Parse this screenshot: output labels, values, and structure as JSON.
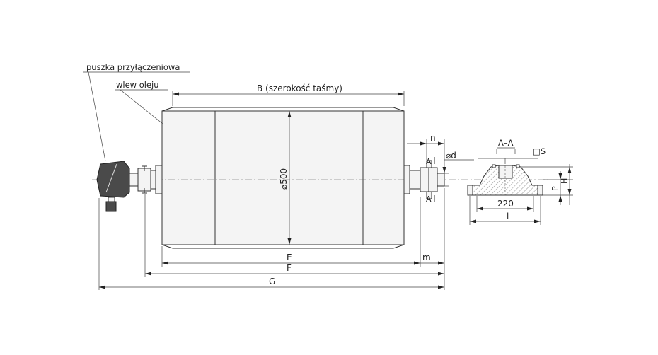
{
  "labels": {
    "junction_box": "puszka przyłączeniowa",
    "oil_inlet": "wlew oleju",
    "belt_width": "B (szerokość taśmy)",
    "diameter": "⌀500",
    "dim_e": "E",
    "dim_f": "F",
    "dim_g": "G",
    "dim_m": "m",
    "dim_n": "n",
    "shaft_d": "⌀d",
    "section": "A–A",
    "flat_s": "□S",
    "section_mark_top": "A",
    "section_mark_bottom": "A",
    "dim_p": "P",
    "dim_h": "H",
    "dim_220": "220",
    "dim_l": "l"
  },
  "colors": {
    "line": "#333333",
    "motor_box": "#4a4a4a",
    "drum_fill": "#f4f4f4"
  }
}
